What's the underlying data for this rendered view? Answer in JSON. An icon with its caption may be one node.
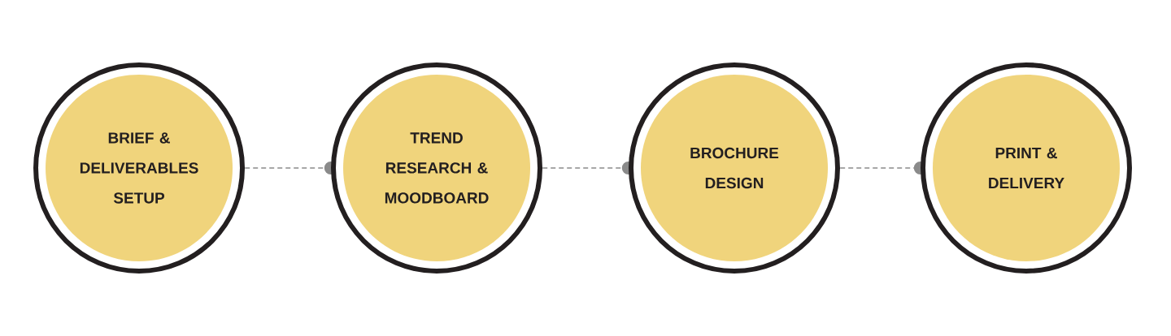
{
  "diagram": {
    "nodes": [
      {
        "text": [
          "BRIEF & DELIVERABLES SETUP"
        ]
      },
      {
        "text": [
          "TREND RESEARCH & MOODBOARD"
        ]
      },
      {
        "text": [
          "BROCHURE DESIGN"
        ]
      },
      {
        "text": [
          "PRINT & DELIVERY"
        ]
      }
    ],
    "edges": [
      {
        "from": 0,
        "to": 1,
        "arrow": "other",
        "style": "dashed"
      },
      {
        "from": 1,
        "to": 2,
        "arrow": "other",
        "style": "dashed"
      },
      {
        "from": 2,
        "to": 3,
        "arrow": "other",
        "style": "dashed"
      }
    ]
  }
}
